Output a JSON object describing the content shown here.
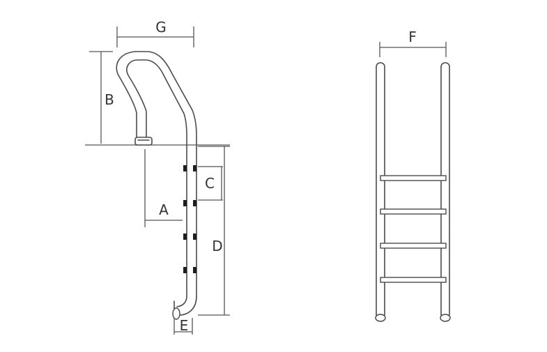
{
  "labels": {
    "g": "G",
    "b": "B",
    "c": "C",
    "a": "A",
    "d": "D",
    "e": "E",
    "f": "F"
  },
  "colors": {
    "line": "#4a4a4a",
    "dimension": "#555555",
    "bolt": "#1e1e1e",
    "text": "#333333"
  },
  "views": [
    "side-view",
    "front-view"
  ]
}
